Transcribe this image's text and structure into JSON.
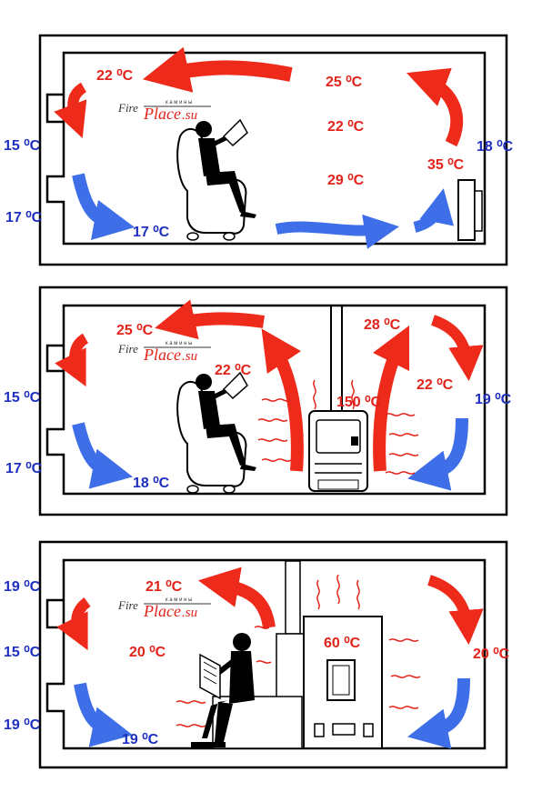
{
  "logo": {
    "fire": "Fire",
    "place": "Place",
    "su": ".su",
    "tagline": "к а м и н ы"
  },
  "colors": {
    "warm": "#e2231a",
    "cold": "#1f2fbf",
    "warm_arrow": "#ee2a1b",
    "cold_arrow": "#3f6fe8",
    "wave": "#e2231a"
  },
  "panels": [
    {
      "labels": {
        "top_left": "22 ⁰C",
        "top_center": "25 ⁰C",
        "center": "22 ⁰C",
        "low_center": "29 ⁰C",
        "heater": "35 ⁰C",
        "right_wall": "18 ⁰C",
        "left_upper": "15 ⁰C",
        "left_lower": "17 ⁰C",
        "floor": "17 ⁰C"
      }
    },
    {
      "labels": {
        "top_left": "25 ⁰C",
        "near_person": "22 ⁰C",
        "stove": "150 ⁰C",
        "top_right": "28 ⁰C",
        "right_inner": "22 ⁰C",
        "right_wall": "19 ⁰C",
        "left_upper": "15 ⁰C",
        "left_lower": "17 ⁰C",
        "floor": "18 ⁰C"
      }
    },
    {
      "labels": {
        "top_left_wall": "19 ⁰C",
        "top_center": "21 ⁰C",
        "left_mid": "15 ⁰C",
        "room": "20 ⁰C",
        "stove": "60 ⁰C",
        "right_wall": "20 ⁰C",
        "left_lower": "19 ⁰C",
        "floor": "19 ⁰C"
      }
    }
  ]
}
